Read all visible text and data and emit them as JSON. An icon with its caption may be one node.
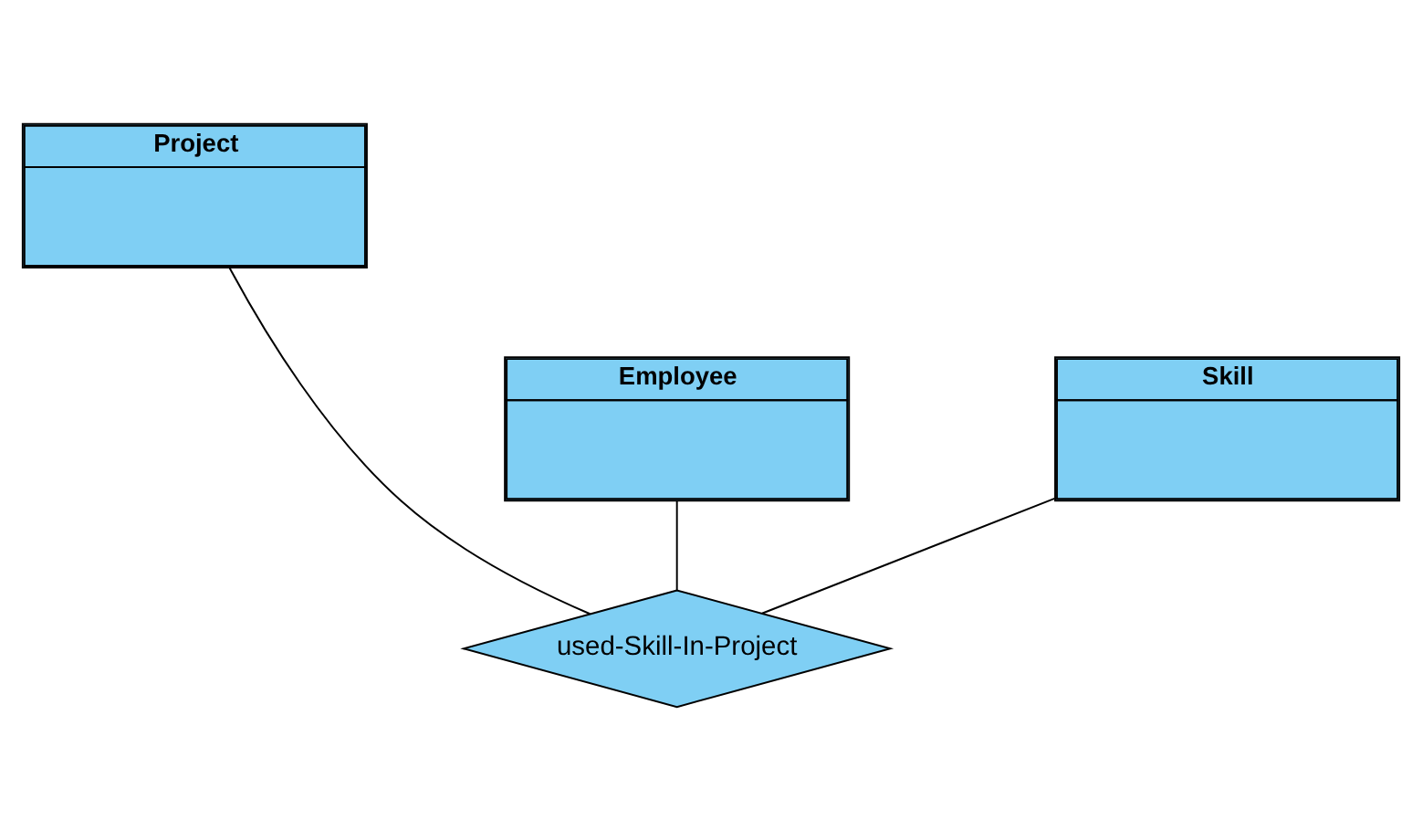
{
  "diagram": {
    "nodes": [
      {
        "text": [
          "Project"
        ]
      },
      {
        "text": [
          "Employee"
        ]
      },
      {
        "text": [
          "Skill"
        ]
      },
      {
        "text": [
          "used-Skill-In-Project"
        ]
      }
    ],
    "edges": [
      {
        "from": 0,
        "to": 3,
        "arrow": "none"
      },
      {
        "from": 1,
        "to": 3,
        "arrow": "none"
      },
      {
        "from": 2,
        "to": 3,
        "arrow": "none"
      }
    ]
  }
}
